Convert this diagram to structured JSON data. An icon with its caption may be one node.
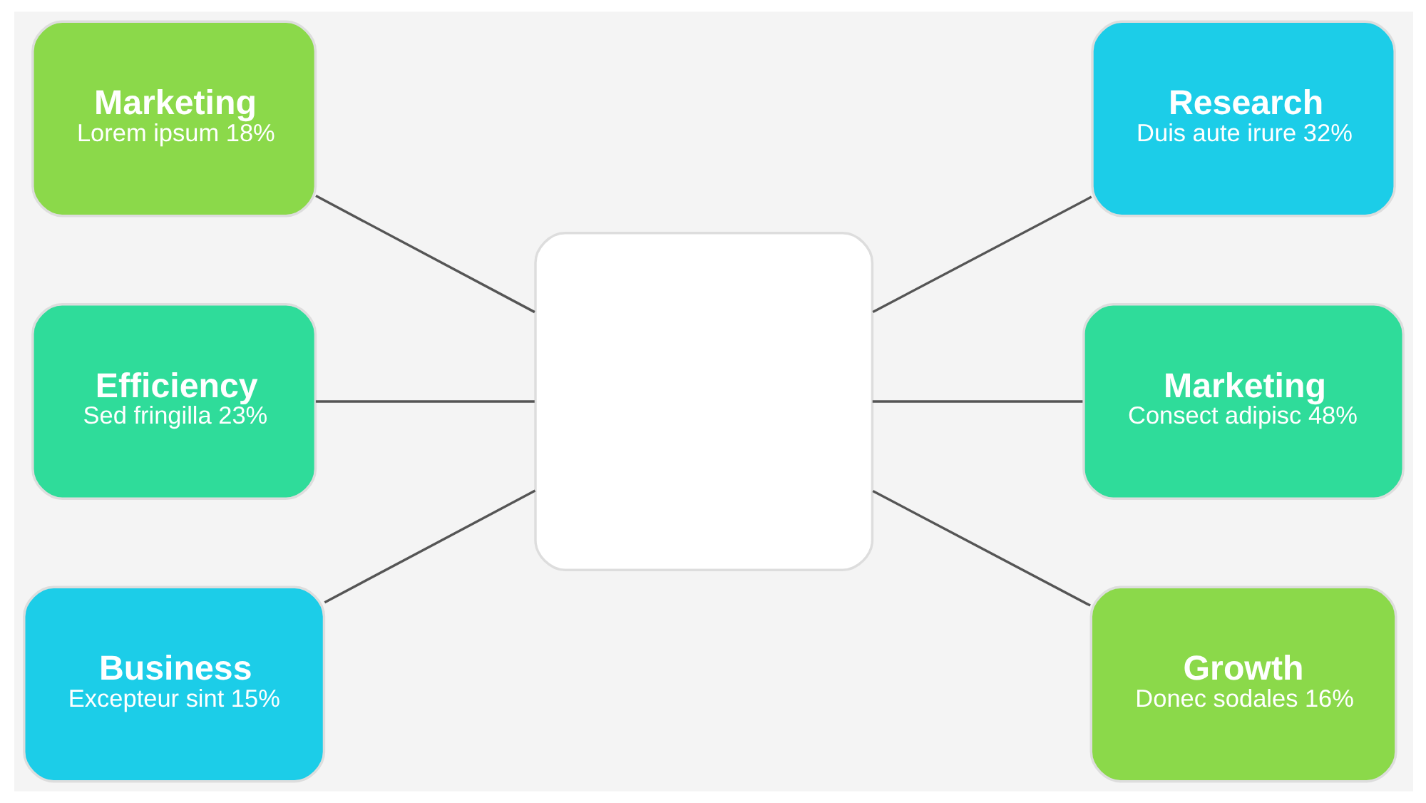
{
  "diagram": {
    "nodes": [
      {
        "text": [],
        "shape": "box"
      },
      {
        "text": [
          "Marketing",
          "Lorem ipsum 18%"
        ]
      },
      {
        "text": [
          "Efficiency",
          "Sed fringilla 23%"
        ]
      },
      {
        "text": [
          "Business",
          "Excepteur sint 15%"
        ]
      },
      {
        "text": [
          "Research",
          "Duis aute irure 32%"
        ]
      },
      {
        "text": [
          "Marketing",
          "Consect adipisc 48%"
        ]
      },
      {
        "text": [
          "Growth",
          "Donec sodales 16%"
        ]
      }
    ],
    "edges": [
      {
        "from": 1,
        "to": 0,
        "arrow": "none"
      },
      {
        "from": 2,
        "to": 0,
        "arrow": "none"
      },
      {
        "from": 3,
        "to": 0,
        "arrow": "none"
      },
      {
        "from": 0,
        "to": 4,
        "arrow": "none"
      },
      {
        "from": 0,
        "to": 5,
        "arrow": "none"
      },
      {
        "from": 0,
        "to": 6,
        "arrow": "none"
      }
    ]
  }
}
